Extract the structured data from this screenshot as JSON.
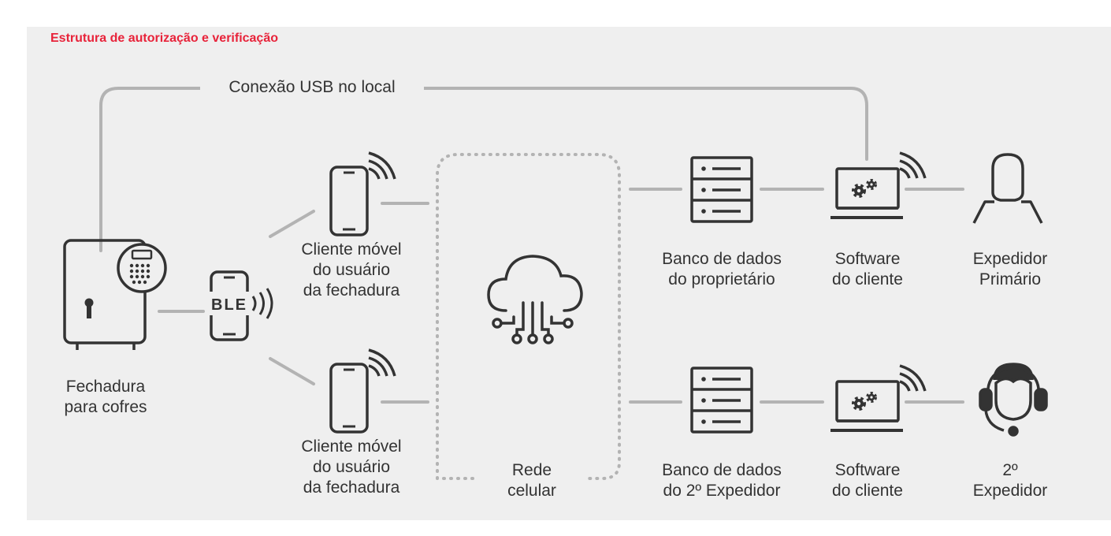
{
  "diagram": {
    "title": "Estrutura de autorização e verificação",
    "usb_label": "Conexão USB no local",
    "nodes": {
      "safe_lock": {
        "label_line1": "Fechadura",
        "label_line2": "para cofres"
      },
      "ble_phone": {
        "badge": "BLE"
      },
      "mobile_top": {
        "line1": "Cliente móvel",
        "line2": "do usuário",
        "line3": "da fechadura"
      },
      "mobile_bottom": {
        "line1": "Cliente móvel",
        "line2": "do usuário",
        "line3": "da fechadura"
      },
      "cloud": {
        "line1": "Rede",
        "line2": "celular"
      },
      "db_top": {
        "line1": "Banco de dados",
        "line2": "do proprietário"
      },
      "db_bottom": {
        "line1": "Banco de dados",
        "line2": "do 2º Expedidor"
      },
      "software_top": {
        "line1": "Software",
        "line2": "do cliente"
      },
      "software_bottom": {
        "line1": "Software",
        "line2": "do cliente"
      },
      "dispatcher_primary": {
        "line1": "Expedidor",
        "line2": "Primário"
      },
      "dispatcher_second": {
        "line1": "2º",
        "line2": "Expedidor"
      }
    },
    "colors": {
      "accent": "#e8233a",
      "panel": "#efefef",
      "icon": "#333333",
      "connector": "#b3b3b3",
      "text": "#333333"
    }
  }
}
